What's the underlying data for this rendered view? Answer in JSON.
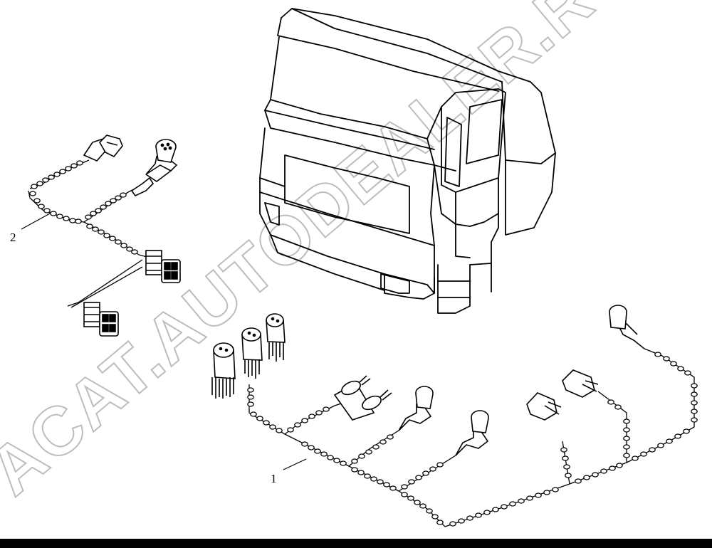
{
  "diagram": {
    "callouts": [
      {
        "id": "1",
        "label": "1"
      },
      {
        "id": "2",
        "label": "2"
      }
    ],
    "watermark": {
      "text": "ACAT.AUTODEALER.RU"
    }
  },
  "colors": {
    "line": "#000000",
    "background": "#ffffff",
    "watermark_stroke": "#bdbdbd",
    "bottom_bar": "#000000"
  }
}
